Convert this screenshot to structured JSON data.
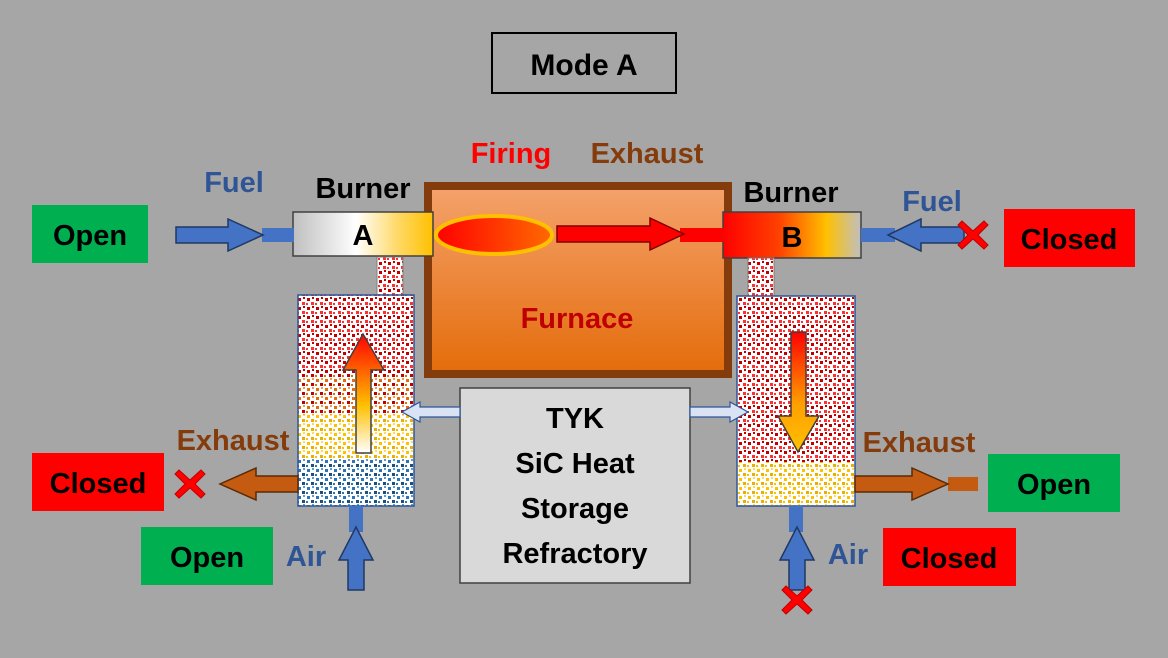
{
  "title": "Mode A",
  "labels": {
    "firing": "Firing",
    "exhaust_top": "Exhaust",
    "burner_a": "Burner",
    "burner_b": "Burner",
    "burner_a_letter": "A",
    "burner_b_letter": "B",
    "fuel_left": "Fuel",
    "fuel_right": "Fuel",
    "furnace": "Furnace",
    "exhaust_left": "Exhaust",
    "exhaust_right": "Exhaust",
    "air_left": "Air",
    "air_right": "Air",
    "center_box": [
      "TYK",
      "SiC Heat",
      "Storage",
      "Refractory"
    ]
  },
  "valves": {
    "fuel_a": "Open",
    "fuel_b": "Closed",
    "exhaust_a": "Closed",
    "exhaust_b": "Open",
    "air_a": "Open",
    "air_b": "Closed"
  },
  "colors": {
    "open": "#00b050",
    "closed": "#ff0000",
    "fuel_blue": "#2f5597",
    "exhaust_brown": "#843c0c",
    "firing_red": "#ff0000",
    "furnace_orange": "#ed7d31",
    "background": "#a6a6a6"
  }
}
